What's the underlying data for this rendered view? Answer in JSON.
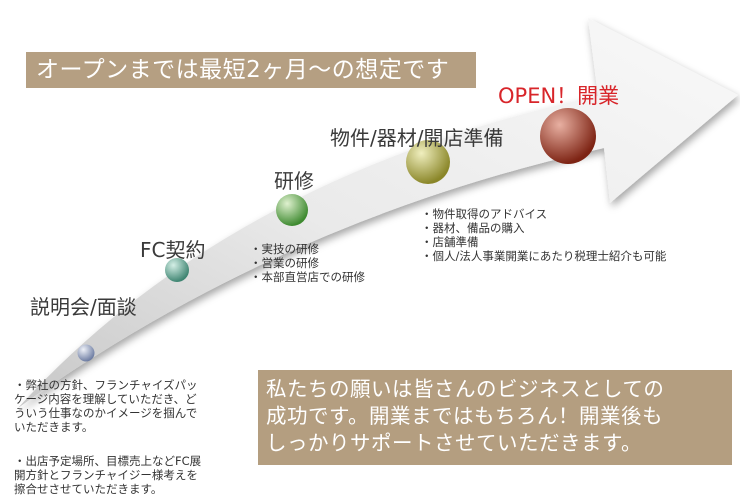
{
  "banner": "オープンまでは最短2ヶ月〜の想定です",
  "stages": {
    "briefing": "説明会/面談",
    "contract": "FC契約",
    "training": "研修",
    "preparation": "物件/器材/開店準備",
    "opening": "OPEN！開業"
  },
  "notes": {
    "briefing_1": [
      "・弊社の方針、フランチャイズパッ",
      "ケージ内容を理解していただき、ど",
      "ういう仕事なのかイメージを掴んで",
      "いただきます。"
    ],
    "briefing_2": [
      "・出店予定場所、目標売上などFC展",
      "開方針とフランチャイジー様考えを",
      "擦合せさせていただきます。"
    ],
    "training": [
      "・実技の研修",
      "・営業の研修",
      "・本部直営店での研修"
    ],
    "preparation": [
      "・物件取得のアドバイス",
      "・器材、備品の購入",
      "・店舗準備",
      "・個人/法人事業開業にあたり税理士紹介も可能"
    ]
  },
  "message": [
    "私たちの願いは皆さんのビジネスとしての",
    "成功です。開業まではもちろん！開業後も",
    "しっかりサポートさせていただきます。"
  ],
  "colors": {
    "banner_bg": "#b59f82",
    "message_bg": "#b49e80",
    "ball_1": "#8a97b5",
    "ball_2": "#5fa08e",
    "ball_3": "#6ea85a",
    "ball_4": "#a7a43f",
    "ball_5": "#9b3828",
    "open_text": "#d8252a"
  }
}
